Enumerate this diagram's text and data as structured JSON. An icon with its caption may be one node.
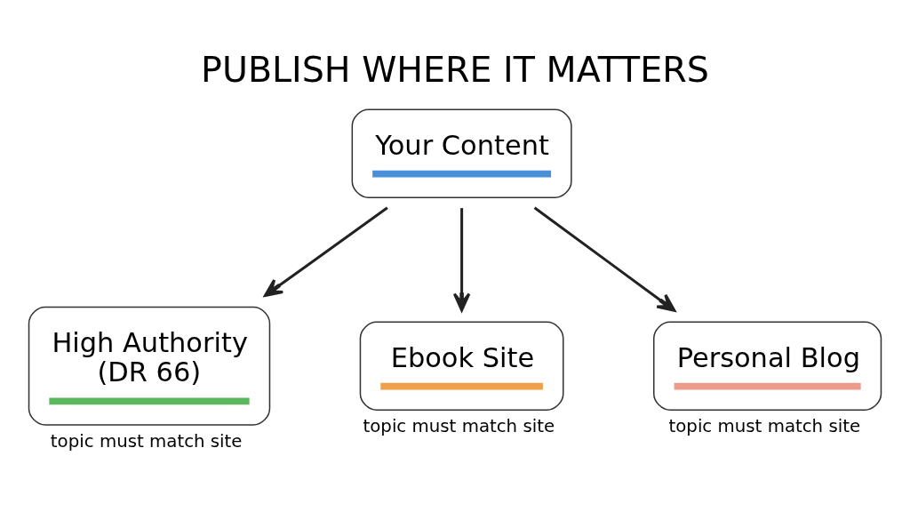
{
  "diagram": {
    "title": "PUBLISH WHERE IT MATTERS",
    "nodes": [
      {
        "text": [
          "Your Content"
        ]
      },
      {
        "text": [
          "High Authority (DR 66)"
        ],
        "beside": [
          "topic must match site"
        ]
      },
      {
        "text": [
          "Ebook Site"
        ],
        "beside": [
          "topic must match site"
        ]
      },
      {
        "text": [
          "Personal Blog"
        ],
        "beside": [
          "topic must match site"
        ]
      }
    ],
    "edges": [
      {
        "from": 0,
        "to": 1,
        "arrow": "to"
      },
      {
        "from": 0,
        "to": 2,
        "arrow": "to"
      },
      {
        "from": 0,
        "to": 3,
        "arrow": "to"
      }
    ]
  }
}
